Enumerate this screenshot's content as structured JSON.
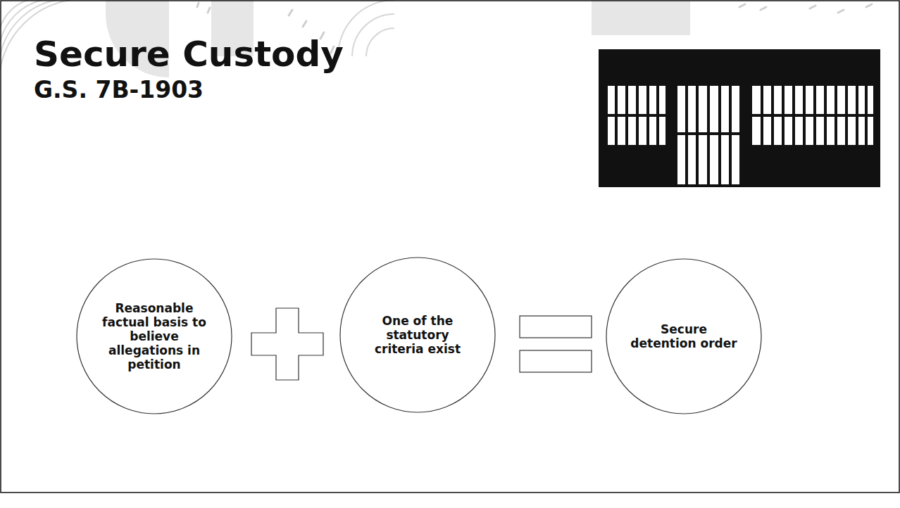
{
  "diagram": {
    "title": "Secure Custody",
    "nodes": [
      {
        "text": [
          "Reasonable factual basis to believe allegations in petition"
        ]
      },
      {
        "text": [
          "One of the statutory criteria exist"
        ]
      },
      {
        "text": [
          "Secure detention order"
        ]
      }
    ],
    "labels": [
      "G.S. 7B-1903"
    ]
  }
}
